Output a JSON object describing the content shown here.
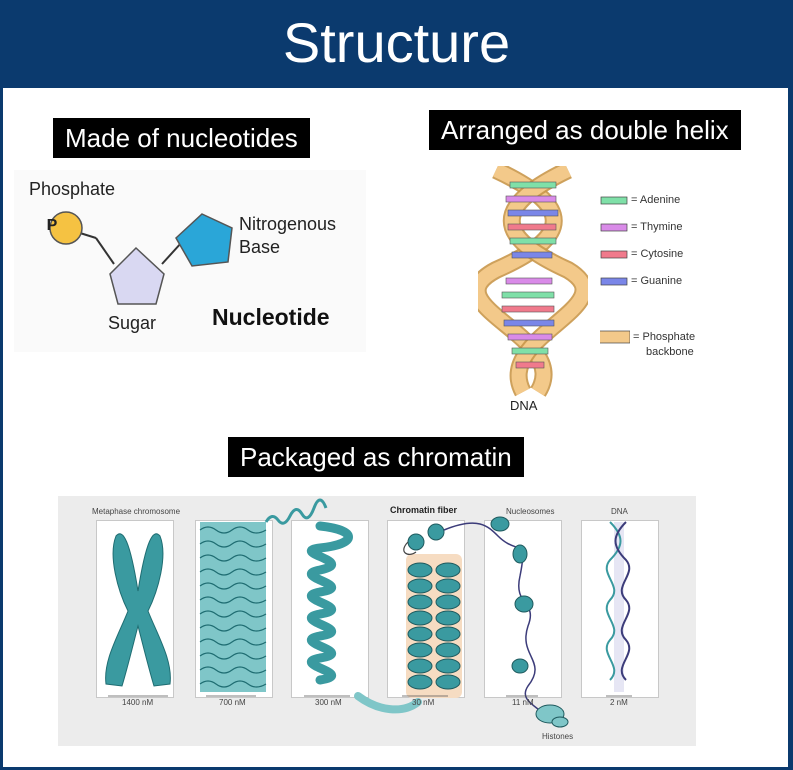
{
  "title": "Structure",
  "labels": {
    "nucleotides": "Made of nucleotides",
    "helix": "Arranged as double helix",
    "chromatin": "Packaged as chromatin"
  },
  "nucleotide": {
    "phosphate": "Phosphate",
    "p_symbol": "P",
    "base_line1": "Nitrogenous",
    "base_line2": "Base",
    "sugar": "Sugar",
    "name": "Nucleotide"
  },
  "helix": {
    "caption": "DNA",
    "legend": [
      {
        "label": "= Adenine",
        "color": "#7fe0a8"
      },
      {
        "label": "= Thymine",
        "color": "#d98be8"
      },
      {
        "label": "= Cytosine",
        "color": "#f07a8c"
      },
      {
        "label": "= Guanine",
        "color": "#7a86e8"
      }
    ],
    "backbone_line1": "= Phosphate",
    "backbone_line2": "backbone",
    "backbone_color": "#f3c98a"
  },
  "chromatin": {
    "panel_titles": [
      "Metaphase chromosome",
      "",
      "",
      "Chromatin fiber",
      "Nucleosomes",
      "DNA"
    ],
    "scales": [
      "1400 nM",
      "700 nM",
      "300 nM",
      "30 nM",
      "11 nM",
      "2 nM"
    ],
    "histones": "Histones",
    "teal": "#3a9aa0"
  }
}
